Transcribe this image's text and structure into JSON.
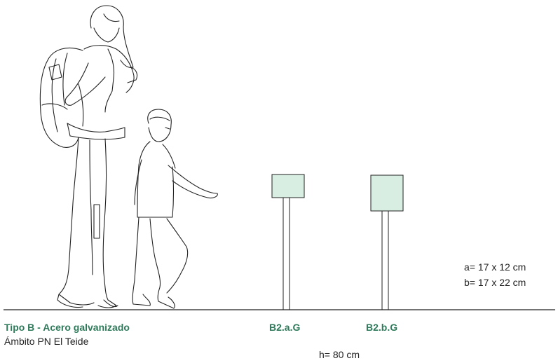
{
  "type_title": "Tipo B - Acero galvanizado",
  "scope": "Ámbito PN El Teide",
  "signs": {
    "a": {
      "label": "B2.a.G",
      "width_cm": 17,
      "height_cm": 12
    },
    "b": {
      "label": "B2.b.G",
      "width_cm": 17,
      "height_cm": 22
    }
  },
  "dimensions": {
    "a": "a= 17 x 12 cm",
    "b": "b= 17 x 22 cm"
  },
  "post_height": "h= 80 cm",
  "colors": {
    "accent_green": "#2e7a5a",
    "sign_fill": "#d9eee3",
    "line": "#222222"
  }
}
